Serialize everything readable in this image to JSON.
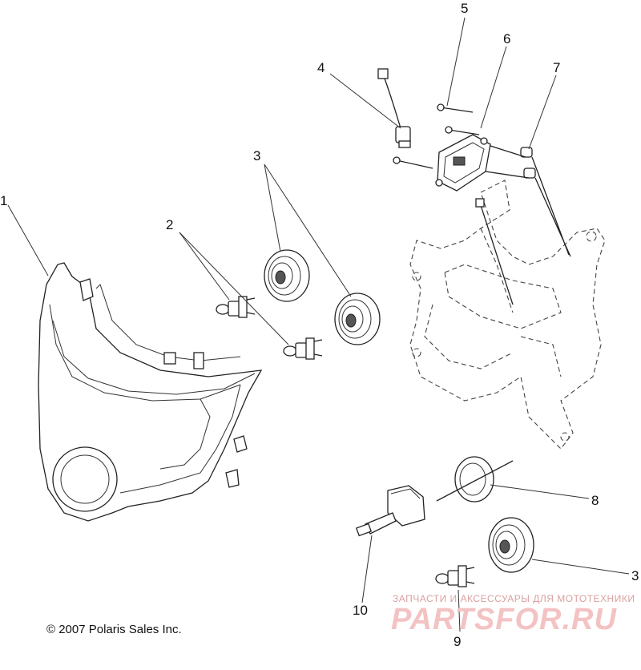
{
  "callouts": [
    {
      "id": "1",
      "label": "1"
    },
    {
      "id": "2",
      "label": "2"
    },
    {
      "id": "3a",
      "label": "3"
    },
    {
      "id": "3b",
      "label": "3"
    },
    {
      "id": "4",
      "label": "4"
    },
    {
      "id": "5",
      "label": "5"
    },
    {
      "id": "6",
      "label": "6"
    },
    {
      "id": "7",
      "label": "7"
    },
    {
      "id": "8",
      "label": "8"
    },
    {
      "id": "9",
      "label": "9"
    },
    {
      "id": "10",
      "label": "10"
    }
  ],
  "copyright": "© 2007 Polaris Sales Inc.",
  "watermark": {
    "tagline": "ЗАПЧАСТИ И АКСЕССУАРЫ ДЛЯ МОТОТЕХНИКИ",
    "logo": "PARTSFOR.RU"
  }
}
